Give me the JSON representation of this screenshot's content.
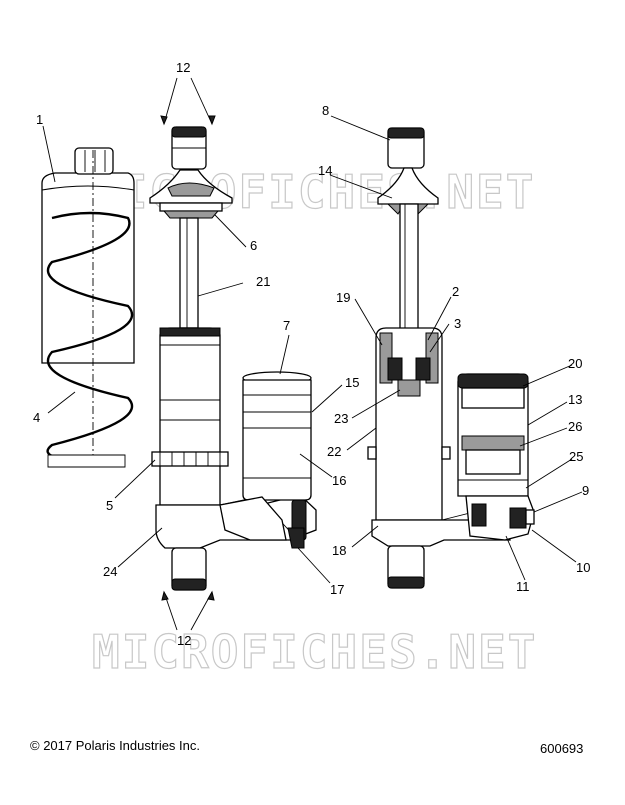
{
  "watermark": "MICROFICHES.NET",
  "footer": {
    "copyright": "© 2017 Polaris Industries Inc.",
    "figure_id": "600693"
  },
  "callouts": {
    "c1": "1",
    "c2": "2",
    "c3": "3",
    "c4": "4",
    "c5": "5",
    "c6": "6",
    "c7": "7",
    "c8": "8",
    "c9": "9",
    "c10": "10",
    "c11": "11",
    "c12_top": "12",
    "c12_bottom": "12",
    "c13": "13",
    "c14": "14",
    "c15": "15",
    "c16": "16",
    "c17": "17",
    "c18": "18",
    "c19": "19",
    "c20": "20",
    "c21": "21",
    "c22": "22",
    "c23": "23",
    "c24": "24",
    "c25": "25",
    "c26": "26"
  }
}
